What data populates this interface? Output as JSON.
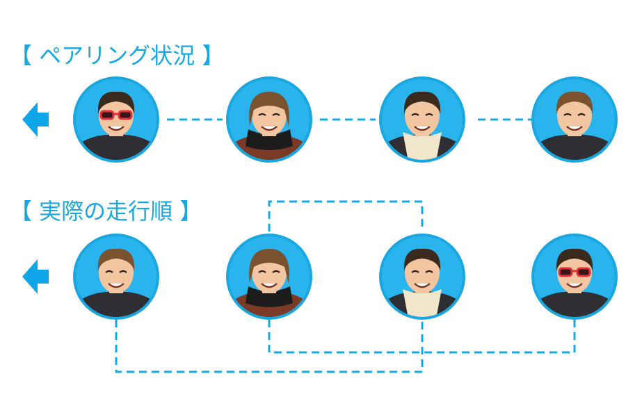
{
  "colors": {
    "accent": "#1aa7e0",
    "arrow": "#0ea5e9",
    "skin": "#f2c6a0",
    "hair": "#3a2a1e",
    "hair_brown": "#7a5230",
    "sunglasses": "#e0303a",
    "jacket_dark": "#2e2e33",
    "scarf_black": "#1c1c1c",
    "scarf_cream": "#efe6cc",
    "jacket_brown": "#7a3a26"
  },
  "sections": {
    "pairing": {
      "title": "【 ペアリング状況 】"
    },
    "actual": {
      "title": "【 実際の走行順 】"
    }
  },
  "people": [
    {
      "id": "p1",
      "hair": "dark",
      "sunglasses": true,
      "outfit": "dark-jacket"
    },
    {
      "id": "p2",
      "hair": "long-brown",
      "sunglasses": false,
      "outfit": "black-scarf"
    },
    {
      "id": "p3",
      "hair": "dark-short",
      "sunglasses": false,
      "outfit": "cream-scarf"
    },
    {
      "id": "p4",
      "hair": "brown",
      "sunglasses": false,
      "outfit": "dark-jacket"
    }
  ],
  "rows": {
    "pairing": [
      "p1",
      "p2",
      "p3",
      "p4"
    ],
    "actual": [
      "p4",
      "p2",
      "p3",
      "p1"
    ]
  },
  "icons": {
    "direction": "arrow-left-icon"
  }
}
